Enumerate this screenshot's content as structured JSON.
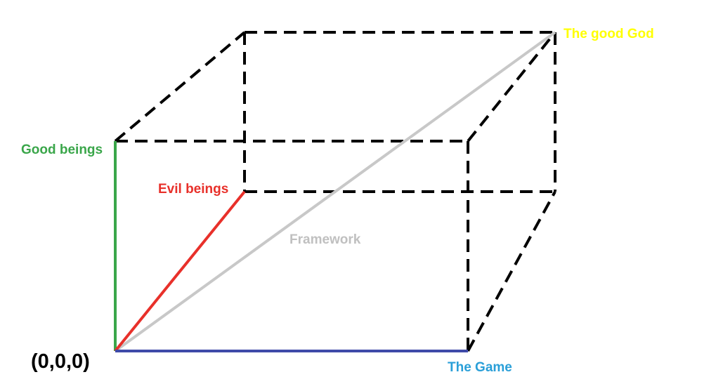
{
  "labels": {
    "good_god": "The good God",
    "good_beings": "Good beings",
    "evil_beings": "Evil beings",
    "framework": "Framework",
    "origin": "(0,0,0)",
    "the_game": "The Game"
  },
  "colors": {
    "edge_dashed": "#000000",
    "good_axis": "#3aa64a",
    "evil_axis": "#e8302a",
    "game_axis": "#3f4aa8",
    "diagonal": "#c8c8c8",
    "good_god_text": "#ffff00",
    "good_beings_text": "#3aa64a",
    "evil_beings_text": "#e8302a",
    "framework_text": "#c0c0c0",
    "origin_text": "#000000",
    "game_text": "#2a9fd8"
  }
}
